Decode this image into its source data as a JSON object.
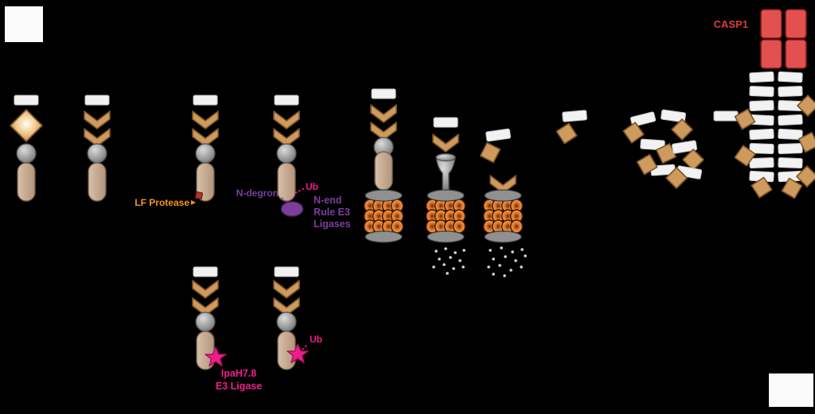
{
  "palette": {
    "background": "#000000",
    "tan": "#cf9a5e",
    "tan_dark": "#7d5526",
    "white_domain": "#f2f2f2",
    "white_domain_border": "#c6c6c6",
    "pill_dark": "#6e5c49",
    "sphere_dark": "#4c4c4c",
    "cap_gray": "#909090",
    "red_square": "#b03228",
    "red_casp": "#e25050",
    "red_casp_dark": "#7e1616",
    "purple": "#7b3f9b",
    "magenta": "#ee1d8c",
    "magenta_dark": "#a60f5c",
    "orange_text": "#f7941d",
    "red_text": "#d93a3e",
    "dot_gray": "#d8d8d8"
  },
  "labels": {
    "lf_protease": "LF Protease",
    "n_degron": "N-degron",
    "ub_top": "Ub",
    "n_end_rule_line1": "N-end",
    "n_end_rule_line2": "Rule E3",
    "n_end_rule_line3": "Ligases",
    "casp1": "CASP1",
    "ipah_line1": "IpaH7.8",
    "ipah_line2": "E3 Ligase",
    "ub_bottom": "Ub"
  },
  "icons": {
    "lf_protease_arrow": "▸"
  }
}
